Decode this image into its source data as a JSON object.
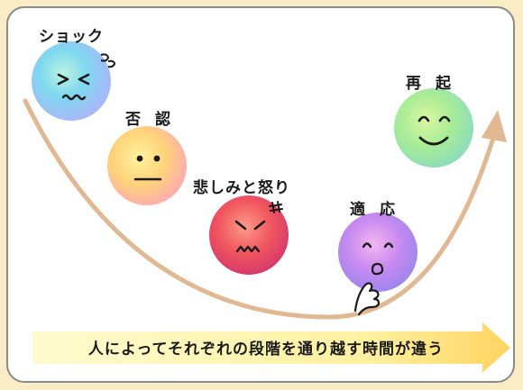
{
  "stages": [
    {
      "label": "ショック"
    },
    {
      "label": "否認"
    },
    {
      "label": "悲しみと怒り"
    },
    {
      "label": "適応"
    },
    {
      "label": "再起"
    }
  ],
  "banner": {
    "text": "人によってそれぞれの段階を通り越す時間が違う"
  },
  "colors": {
    "background": "#faecc4",
    "curve": "#e0b892",
    "banner_fill": "#fff4a3",
    "banner_end": "#ffd460"
  }
}
